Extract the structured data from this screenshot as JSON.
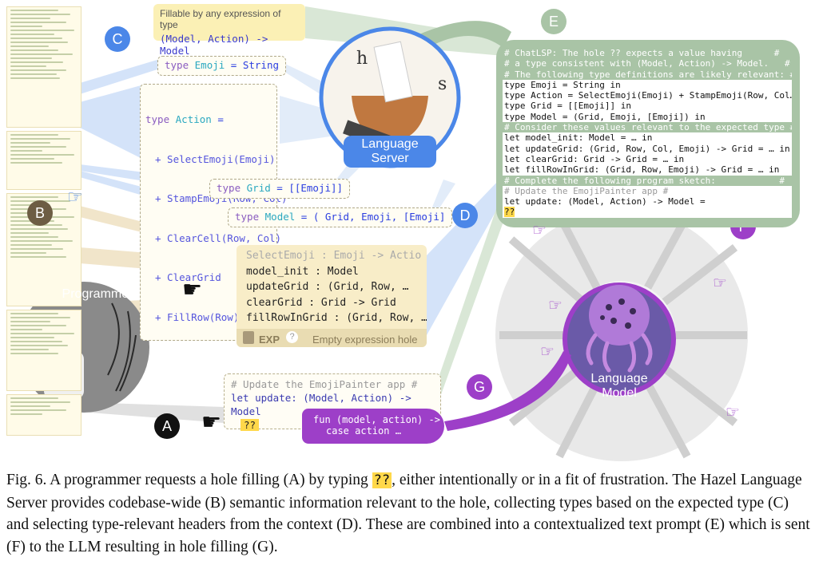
{
  "badges": {
    "a": "A",
    "b": "B",
    "c": "C",
    "d": "D",
    "e": "E",
    "f": "F",
    "g": "G"
  },
  "colors": {
    "blue": "#4b87e8",
    "green": "#a9c4a6",
    "purple": "#9d3fc8",
    "brown": "#6d5d44",
    "black": "#111111",
    "yellow": "#ffd84a"
  },
  "fillable": {
    "line1": "Fillable by any expression of type",
    "line2": "(Model, Action) -> Model"
  },
  "types": {
    "emoji": {
      "kw": "type",
      "name": "Emoji",
      "rest": " = String"
    },
    "action": {
      "kw": "type",
      "name": "Action",
      "eq": " =",
      "ctors": [
        "+ SelectEmoji(Emoji)",
        "+ StampEmoji(Row, Col)",
        "+ ClearCell(Row, Col)",
        "+ ClearGrid",
        "+ FillRow(Row) in"
      ]
    },
    "grid": {
      "kw": "type",
      "name": "Grid",
      "rest": " = [[Emoji]]"
    },
    "model": {
      "kw": "type",
      "name": "Model",
      "rest": " = ( Grid, Emoji, [Emoji]"
    }
  },
  "language_server": {
    "line1": "Language",
    "line2": "Server"
  },
  "language_model": {
    "line1": "Language",
    "line2": "Model"
  },
  "programmer": "Programmer",
  "prompt": {
    "lines": [
      {
        "style": "cm",
        "text": "# ChatLSP: The hole ?? expects a value having      #"
      },
      {
        "style": "cm",
        "text": "# a type consistent with (Model, Action) -> Model.   #"
      },
      {
        "style": "cm",
        "text": "# The following type definitions are likely relevant: #"
      },
      {
        "style": "cw",
        "text": "type Emoji = String in"
      },
      {
        "style": "cw",
        "text": "type Action = SelectEmoji(Emoji) + StampEmoji(Row, Col…"
      },
      {
        "style": "cw",
        "text": "type Grid = [[Emoji]] in"
      },
      {
        "style": "cw",
        "text": "type Model = (Grid, Emoji, [Emoji]) in"
      },
      {
        "style": "cm",
        "text": "# Consider these values relevant to the expected type #"
      },
      {
        "style": "cw",
        "text": "let model_init: Model = … in"
      },
      {
        "style": "cw",
        "text": "let updateGrid: (Grid, Row, Col, Emoji) -> Grid = … in"
      },
      {
        "style": "cw",
        "text": "let clearGrid: Grid -> Grid = … in"
      },
      {
        "style": "cw",
        "text": "let fillRowInGrid: (Grid, Row, Emoji) -> Grid = … in"
      },
      {
        "style": "cm",
        "text": "# Complete the following program sketch:            #"
      },
      {
        "style": "cw",
        "text": "# Update the EmojiPainter app #"
      },
      {
        "style": "cw",
        "text": "let update: (Model, Action) -> Model ="
      },
      {
        "style": "cw",
        "text": "??"
      }
    ]
  },
  "popup": {
    "rows": [
      "SelectEmoji : Emoji -> Actio",
      "model_init : Model",
      "updateGrid : (Grid, Row, …",
      "clearGrid : Grid -> Grid",
      "fillRowInGrid : (Grid, Row, …"
    ],
    "exp_label": "EXP",
    "hole_text": "Empty expression hole"
  },
  "sketch": {
    "comment": "# Update the EmojiPainter app #",
    "let_line": "let update: (Model, Action) -> Model",
    "hole": "??"
  },
  "llm_output": {
    "line1": "fun (model, action) ->",
    "line2": "case action …"
  },
  "caption": {
    "p1": "Fig. 6.  A programmer requests a hole filling (A) by typing ",
    "hole": "??",
    "p2": ", either intentionally or in a fit of frustration. The Hazel Language Server provides codebase-wide (B) semantic information relevant to the hole, collecting types based on the expected type (C) and selecting type-relevant headers from the context (D). These are combined into a contextualized text prompt (E) which is sent (F) to the LLM resulting in hole filling (G)."
  }
}
